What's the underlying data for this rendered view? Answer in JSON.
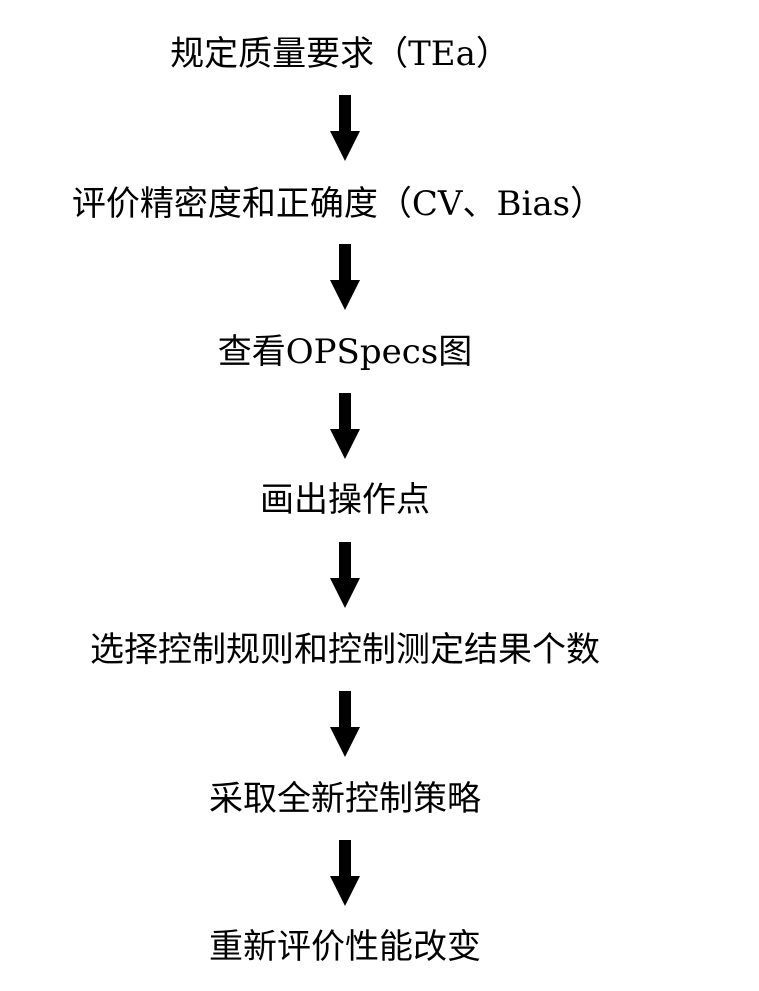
{
  "flowchart": {
    "steps": [
      {
        "id": "define-quality-requirement",
        "label": "规定质量要求（TEa）"
      },
      {
        "id": "evaluate-precision-accuracy",
        "label": "评价精密度和正确度（CV、Bias）"
      },
      {
        "id": "view-opspecs-chart",
        "label": "查看OPSpecs图"
      },
      {
        "id": "plot-operating-point",
        "label": "画出操作点"
      },
      {
        "id": "select-control-rules",
        "label": "选择控制规则和控制测定结果个数"
      },
      {
        "id": "adopt-new-strategy",
        "label": "采取全新控制策略"
      },
      {
        "id": "re-evaluate-performance",
        "label": "重新评价性能改变"
      }
    ],
    "arrow_color": "#000000",
    "text_color": "#000000"
  }
}
